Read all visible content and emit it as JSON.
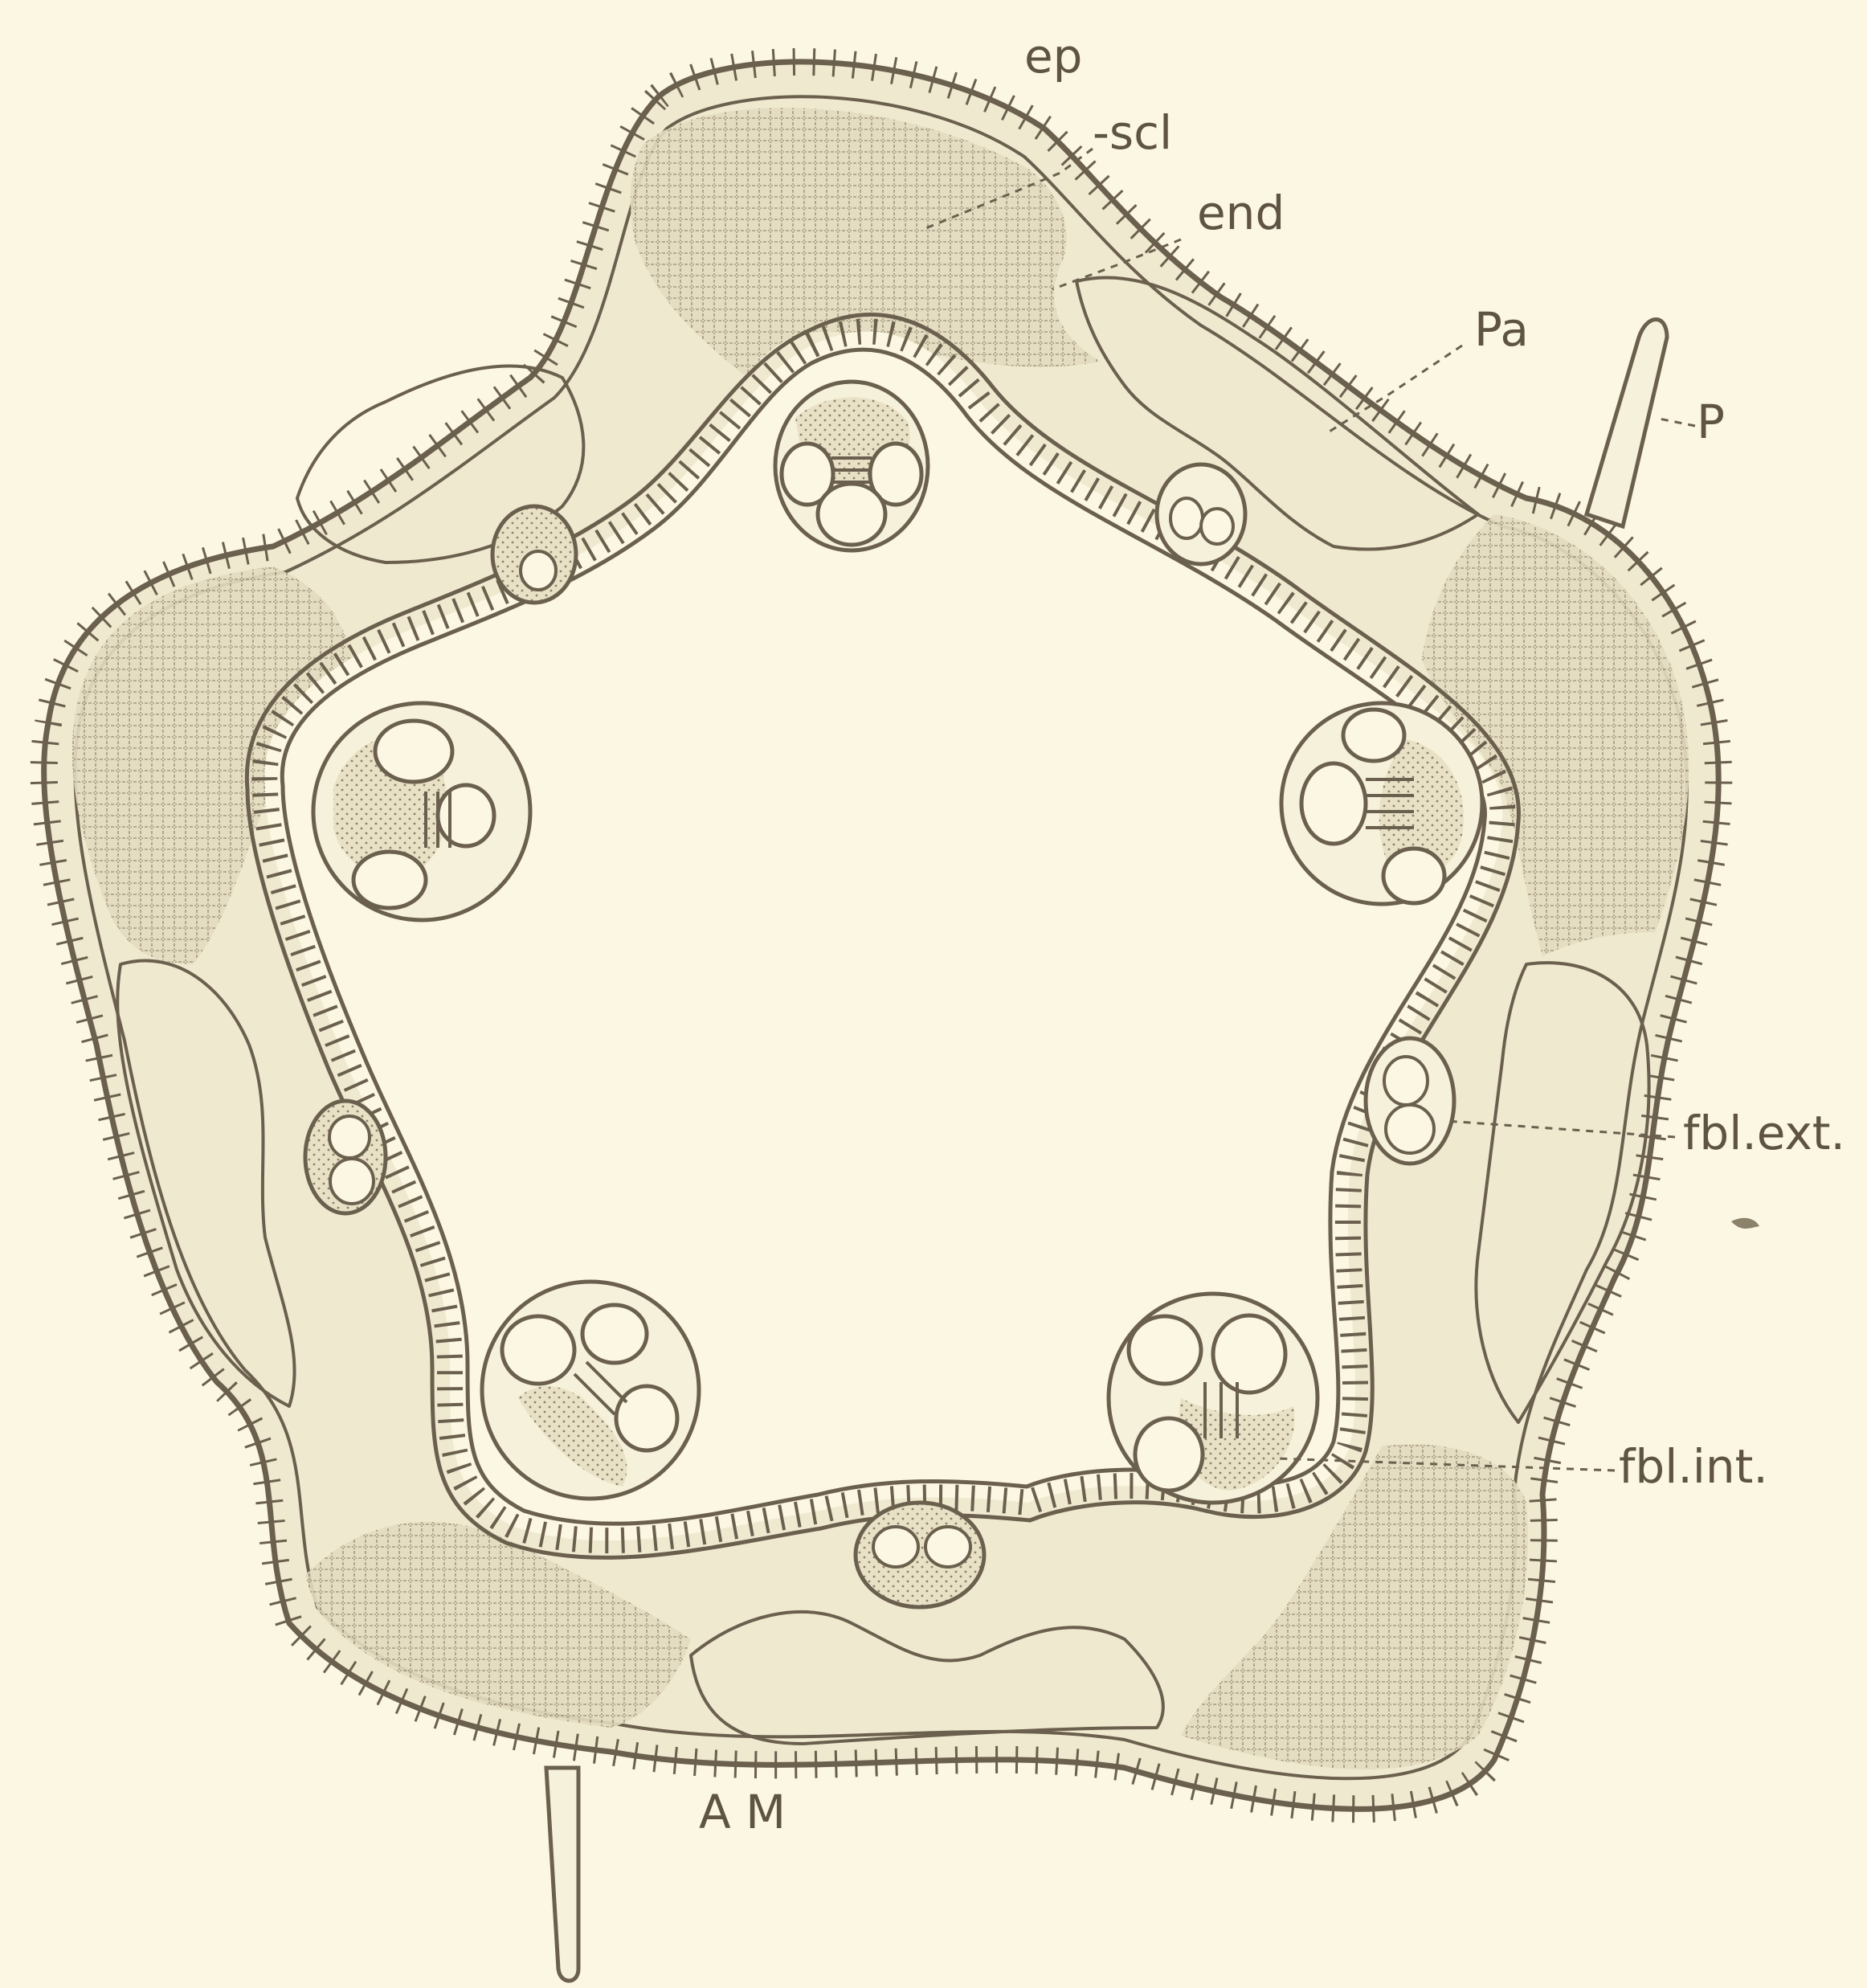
{
  "figure": {
    "colors": {
      "paper": "#fbf7e2",
      "ink": "#6b5f4e",
      "tissue": "#ece6cb",
      "sclerenchyma": "#c9c0a2"
    },
    "labels": {
      "ep": "ep",
      "scl": "-scl",
      "end": "end",
      "pa": "Pa",
      "p": "P",
      "fbl_ext": "fbl.ext.",
      "fbl_int": "fbl.int.",
      "signature": "A M"
    }
  }
}
